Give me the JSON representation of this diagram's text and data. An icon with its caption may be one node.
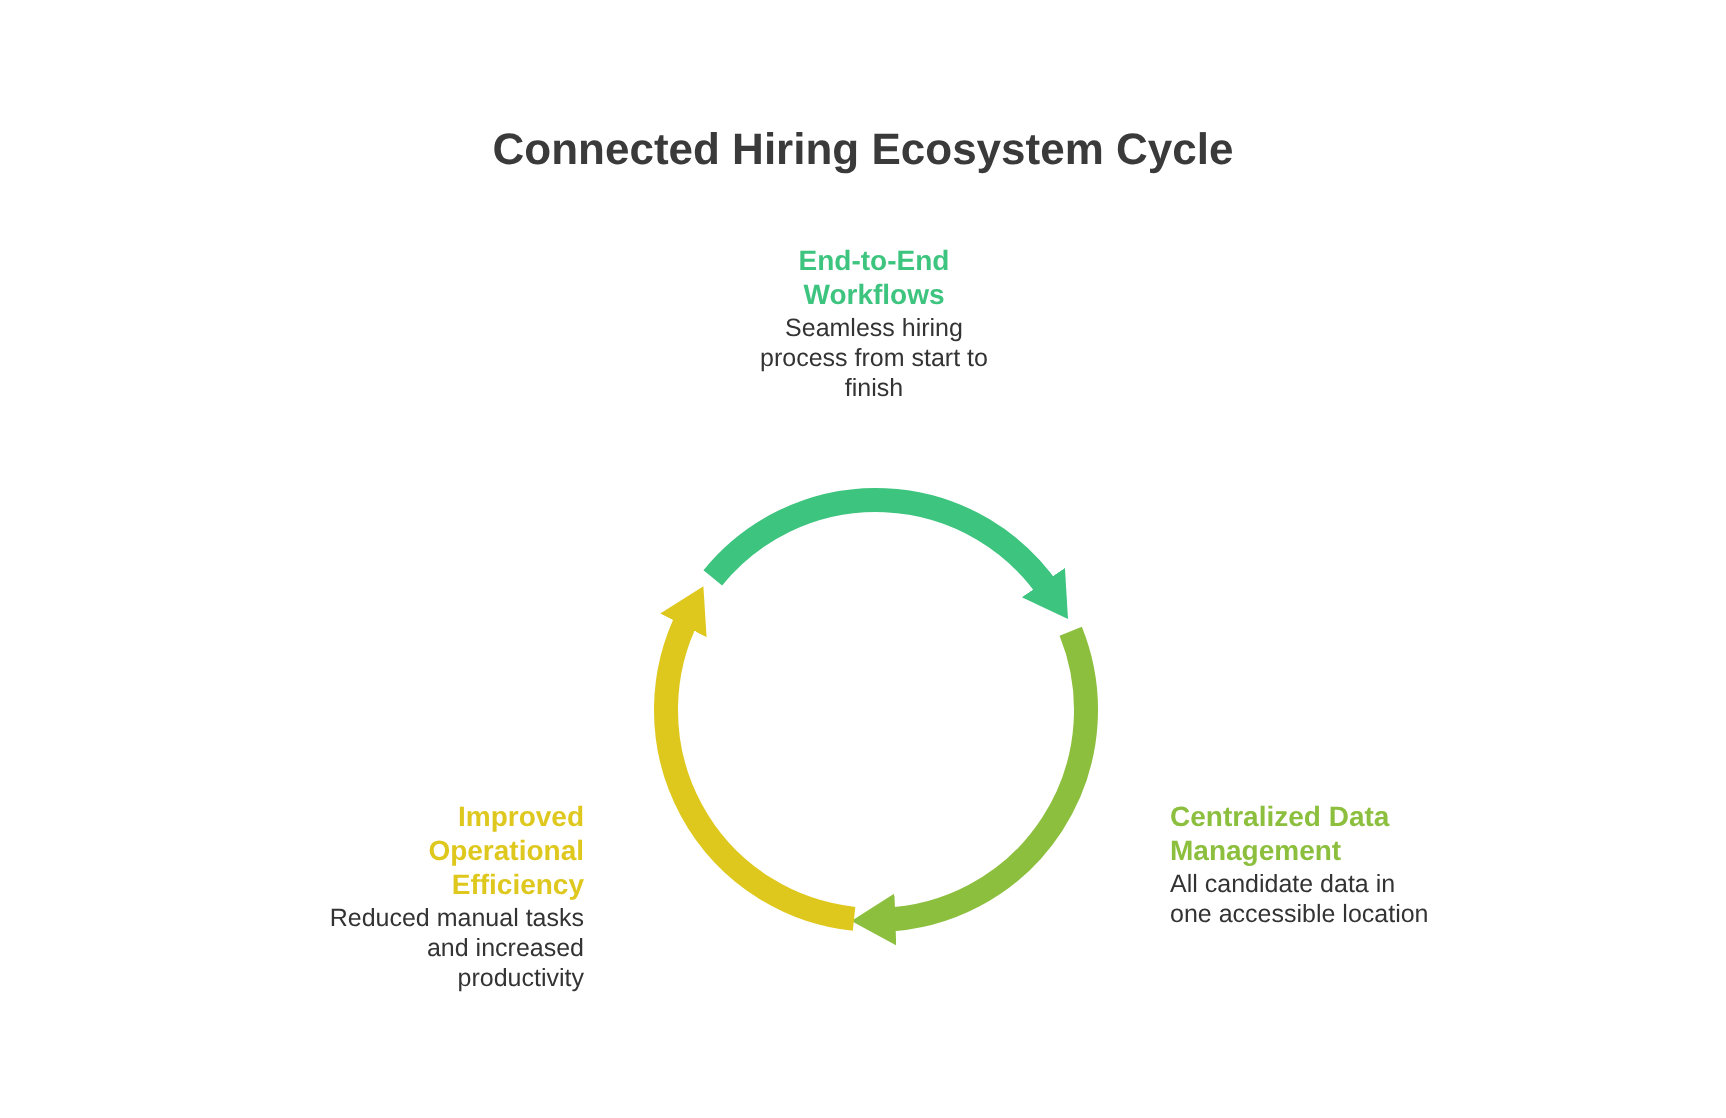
{
  "diagram": {
    "title": "Connected Hiring Ecosystem Cycle",
    "nodes": [
      {
        "text": [
          "End-to-End Workflows",
          "Seamless hiring process from start to finish"
        ]
      },
      {
        "text": [
          "Centralized Data Management",
          "All candidate data in one accessible location"
        ]
      },
      {
        "text": [
          "Improved Operational Efficiency",
          "Reduced manual tasks and increased productivity"
        ]
      }
    ]
  }
}
